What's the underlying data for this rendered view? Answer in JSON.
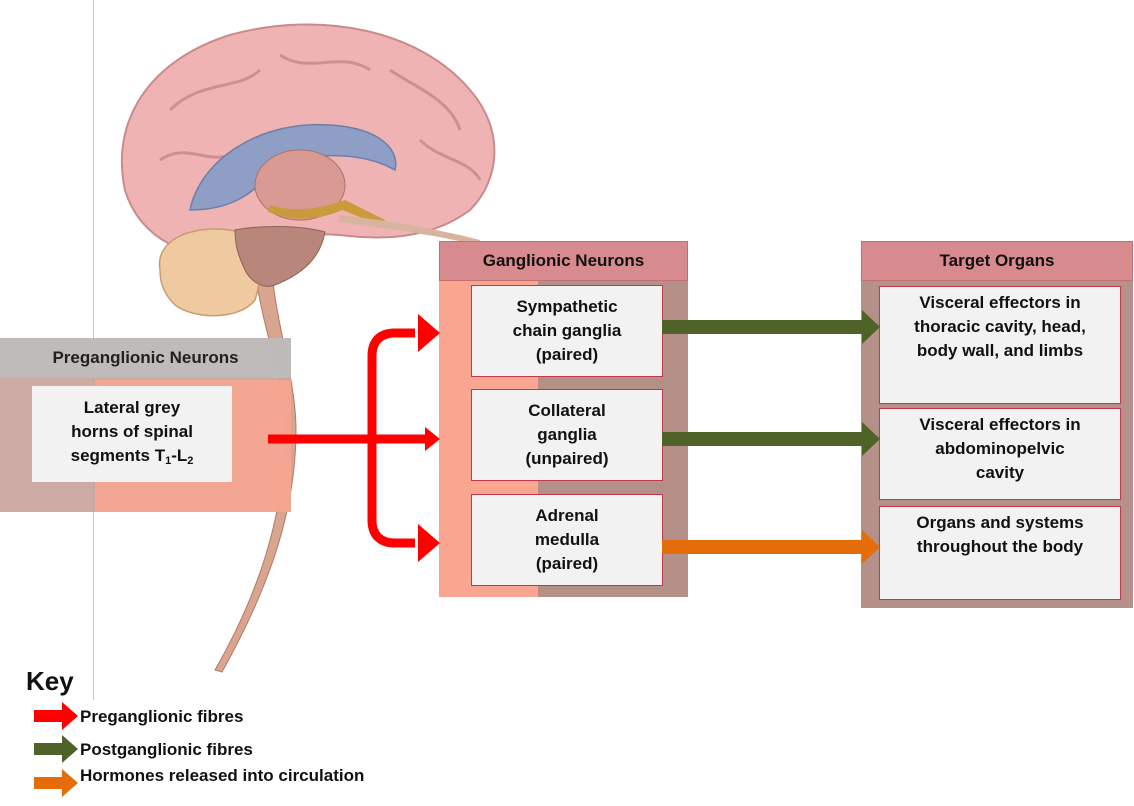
{
  "preganglionic": {
    "header": "Preganglionic Neurons",
    "box_line1": "Lateral grey",
    "box_line2": "horns of spinal",
    "box_line3_prefix": "segments T",
    "box_sub1": "1",
    "box_dash": "-L",
    "box_sub2": "2"
  },
  "ganglionic": {
    "header": "Ganglionic Neurons",
    "items": [
      {
        "lines": [
          "Sympathetic",
          "chain ganglia",
          "(paired)"
        ]
      },
      {
        "lines": [
          "Collateral",
          "ganglia",
          "(unpaired)"
        ]
      },
      {
        "lines": [
          "Adrenal",
          "medulla",
          "(paired)"
        ]
      }
    ]
  },
  "targets": {
    "header": "Target Organs",
    "items": [
      {
        "lines": [
          "Visceral effectors in",
          "thoracic cavity, head,",
          "body wall, and limbs"
        ]
      },
      {
        "lines": [
          "Visceral effectors in",
          "abdominopelvic",
          "cavity"
        ]
      },
      {
        "lines": [
          "Organs and systems",
          "throughout the body"
        ]
      }
    ]
  },
  "key": {
    "title": "Key",
    "items": [
      {
        "label": "Preganglionic fibres",
        "color": "#ff0000"
      },
      {
        "label": "Postganglionic fibres",
        "color": "#4f6228"
      },
      {
        "label": "Hormones released into circulation",
        "color": "#e46c0a"
      }
    ]
  },
  "colors": {
    "preganglionic_arrow": "#ff0000",
    "postganglionic_arrow": "#4f6228",
    "hormone_arrow": "#e46c0a"
  }
}
